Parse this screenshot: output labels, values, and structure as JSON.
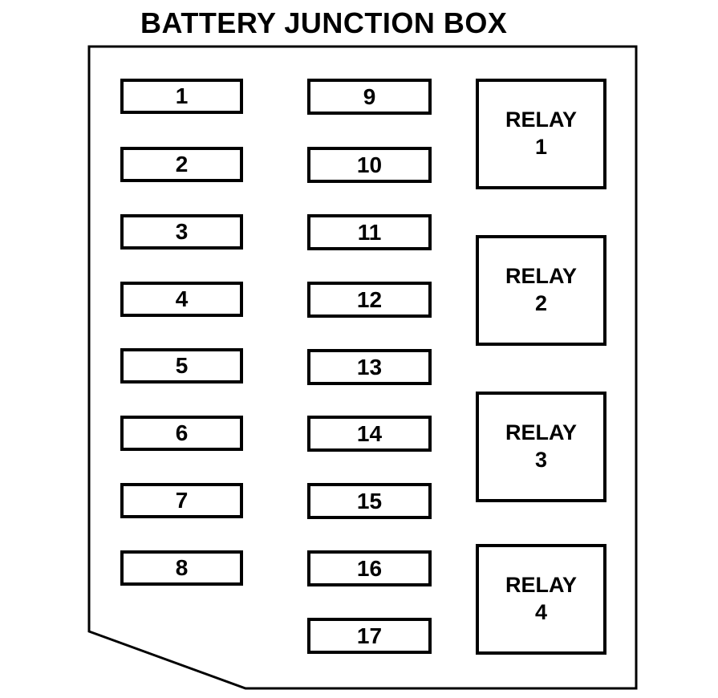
{
  "title": "BATTERY JUNCTION BOX",
  "colors": {
    "line": "#000000",
    "background": "#ffffff"
  },
  "fuses": {
    "left": [
      "1",
      "2",
      "3",
      "4",
      "5",
      "6",
      "7",
      "8"
    ],
    "middle": [
      "9",
      "10",
      "11",
      "12",
      "13",
      "14",
      "15",
      "16",
      "17"
    ]
  },
  "relays": [
    {
      "label": "RELAY",
      "number": "1"
    },
    {
      "label": "RELAY",
      "number": "2"
    },
    {
      "label": "RELAY",
      "number": "3"
    },
    {
      "label": "RELAY",
      "number": "4"
    }
  ]
}
